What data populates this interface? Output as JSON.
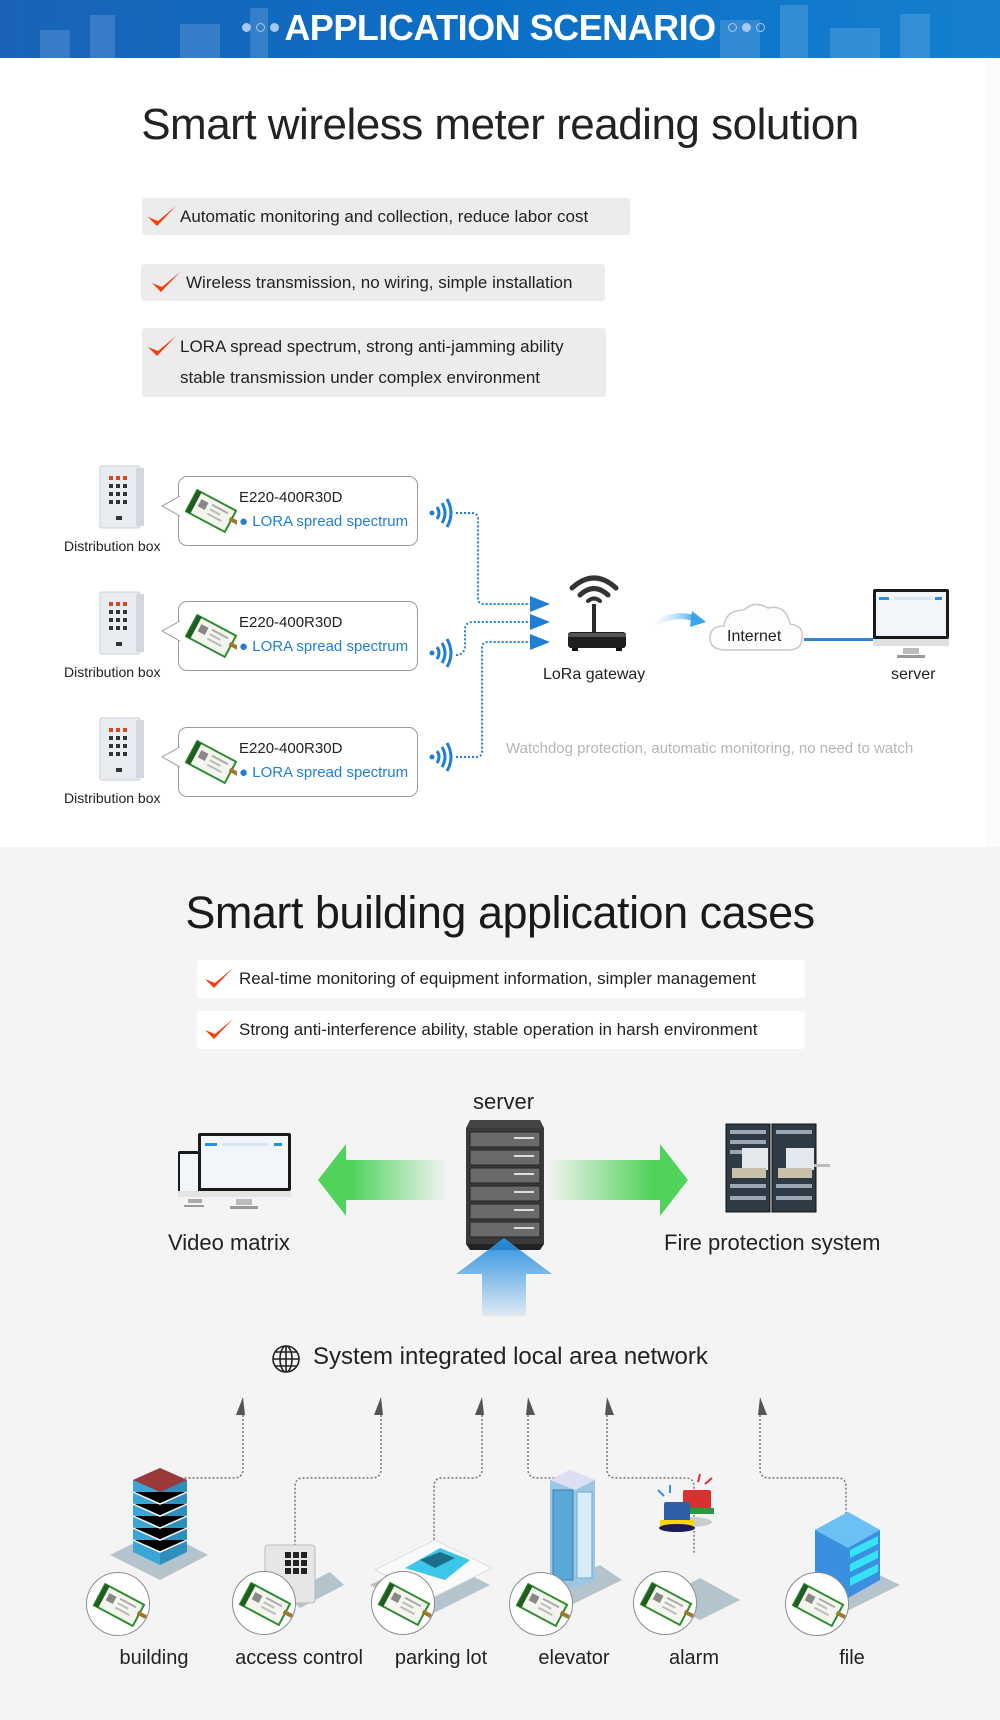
{
  "header": {
    "title": "APPLICATION SCENARIO"
  },
  "section1": {
    "title": "Smart wireless meter reading solution",
    "features": [
      {
        "lines": [
          "Automatic monitoring and collection, reduce labor cost"
        ]
      },
      {
        "lines": [
          "Wireless transmission, no wiring, simple installation"
        ]
      },
      {
        "lines": [
          "LORA spread spectrum, strong anti-jamming ability",
          "stable transmission under complex environment"
        ]
      }
    ],
    "nodes": [
      {
        "device_label": "Distribution box",
        "model": "E220-400R30D",
        "feature": "● LORA spread spectrum"
      },
      {
        "device_label": "Distribution box",
        "model": "E220-400R30D",
        "feature": "● LORA spread spectrum"
      },
      {
        "device_label": "Distribution box",
        "model": "E220-400R30D",
        "feature": "● LORA spread spectrum"
      }
    ],
    "gateway_label": "LoRa gateway",
    "cloud_label": "Internet",
    "server_label": "server",
    "footnote": "Watchdog protection, automatic monitoring, no need to watch",
    "colors": {
      "accent_blue": "#1f7ed6",
      "check_red": "#f2400f"
    }
  },
  "section2": {
    "title": "Smart building application cases",
    "features": [
      "Real-time monitoring of equipment information, simpler management",
      "Strong anti-interference ability, stable operation in harsh environment"
    ],
    "server_label": "server",
    "left_label": "Video matrix",
    "right_label": "Fire protection system",
    "lan_label": "System integrated local area network",
    "items": [
      {
        "label": "building",
        "icon": "building-icon"
      },
      {
        "label": "access control",
        "icon": "keypad-icon"
      },
      {
        "label": "parking lot",
        "icon": "car-icon"
      },
      {
        "label": "elevator",
        "icon": "elevator-icon"
      },
      {
        "label": "alarm",
        "icon": "alarm-light-icon"
      },
      {
        "label": "file",
        "icon": "database-icon"
      }
    ],
    "colors": {
      "arrow_green": "#4fd35a",
      "arrow_blue": "#2a8fe0"
    }
  }
}
